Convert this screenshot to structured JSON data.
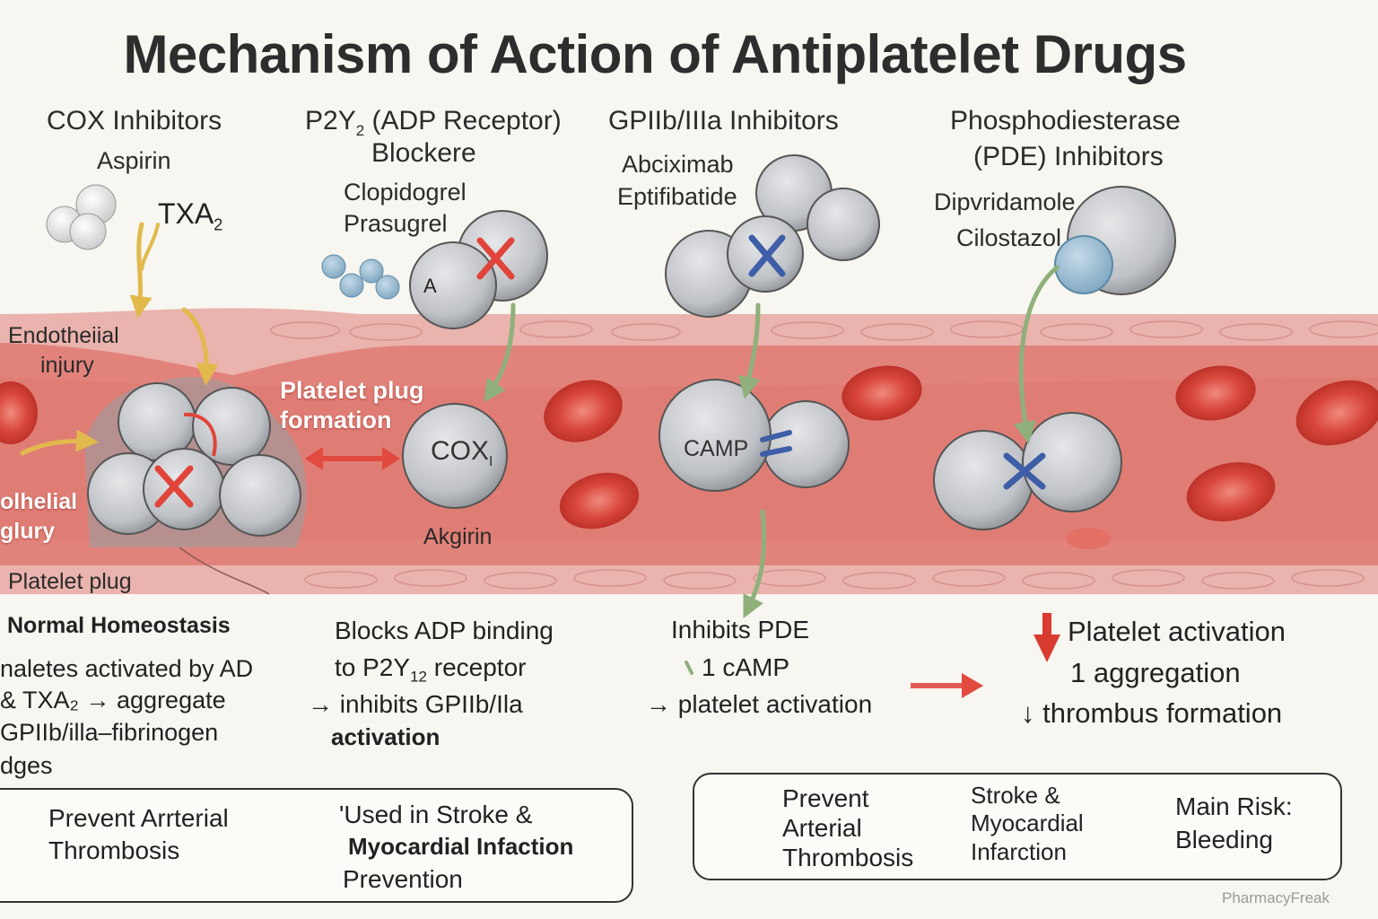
{
  "title": "Mechanism of Action of Antiplatelet Drugs",
  "columns": [
    {
      "header": "COX Inhibitors",
      "drugs": [
        "Aspirin"
      ],
      "mediator": "TXA",
      "mediator_sub": "2"
    },
    {
      "header_main": "P2Y",
      "header_sub": "2",
      "header_rest": " (ADP Receptor)",
      "header_line2": "Blockere",
      "drugs": [
        "Clopidogrel",
        "Prasugrel"
      ],
      "molecule_label": "A"
    },
    {
      "header": "GPIIb/IIIa Inhibitors",
      "drugs": [
        "Abciximab",
        "Eptifibatide"
      ]
    },
    {
      "header_line1": "Phosphodiesterase",
      "header_line2": "(PDE) Inhibitors",
      "drugs": [
        "Dipvridamole",
        "Cilostazol"
      ]
    }
  ],
  "vessel": {
    "endothelial_injury_top": [
      "Endotheiial",
      "injury"
    ],
    "endothelial_injury_left": [
      "olhelial",
      "glury"
    ],
    "platelet_plug_formation": [
      "Platelet plug",
      "formation"
    ],
    "platelet_plug": "Platelet plug",
    "cox_label": "COX",
    "cox_sub": "I",
    "akgirin": "Akgirin",
    "camp_label": "CAMP"
  },
  "notes": {
    "homeostasis": {
      "title": "Normal Homeostasis",
      "lines": [
        "naletes activated by AD",
        "& TXA₂ → aggregate",
        " GPIIb/illa–fibrinogen",
        "dges"
      ]
    },
    "p2y": {
      "line1_a": "Blocks ADP",
      "line1_b": " binding",
      "line2_a": "to P2Y",
      "line2_sub": "12",
      "line2_b": " receptor",
      "line3": "→ inhibits GPIIb/Ila",
      "line4": "activation"
    },
    "pde": {
      "line1": "Inhibits PDE",
      "line2": "1 cAMP",
      "line3": "→ platelet activation"
    },
    "outcome": {
      "line1": "Platelet activation",
      "line2": "1 aggregation",
      "line3": "↓ thrombus formation"
    }
  },
  "panel_left": {
    "item1": [
      "Prevent Arrterial",
      "Thrombosis"
    ],
    "item2_line1": "'Used in Stroke &",
    "item2_line2": "Myocardial Infaction",
    "item2_line3": "Prevention"
  },
  "panel_right": {
    "item1": [
      "Prevent",
      "Arterial",
      "Thrombosis"
    ],
    "item2": [
      "Stroke &",
      "Myocardial",
      "Infarction"
    ],
    "item3": [
      "Main Risk:",
      "Bleeding"
    ]
  },
  "watermark": "PharmacyFreak",
  "colors": {
    "vessel_wall": "#e9a7a2",
    "lumen": "#e27f78",
    "rbc": "#d8392f",
    "platelet": "#c7c9cc",
    "inhibit_red": "#e0443a",
    "inhibit_blue": "#3f5ea8",
    "arrow_green": "#8fb07a",
    "arrow_yellow": "#e7c56b",
    "arrow_red": "#e24a3f"
  }
}
